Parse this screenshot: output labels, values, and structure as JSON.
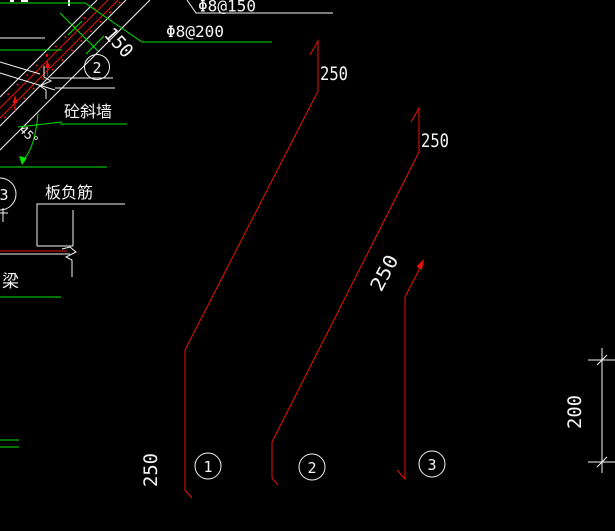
{
  "drawing": {
    "labels": {
      "rebar_spacing_top": "Φ8@150",
      "rebar_spacing_mid": "Φ8@200",
      "wall_thickness": "150",
      "wall_name": "砼斜墙",
      "slope_angle": "45°",
      "slab_negative_rebar": "板负筋",
      "beam": "梁"
    },
    "bubbles": {
      "wall_section": "2",
      "left_section": "3",
      "bar1": "1",
      "bar2": "2",
      "bar3": "3"
    },
    "dimensions": {
      "bar1_top": "250",
      "bar2_top": "250",
      "bar3_side": "250",
      "bar1_bottom": "250",
      "right_height": "200"
    },
    "colors": {
      "background": "#000000",
      "line_white": "#f5f5f5",
      "line_green": "#00e400",
      "line_red": "#ea1008"
    }
  }
}
